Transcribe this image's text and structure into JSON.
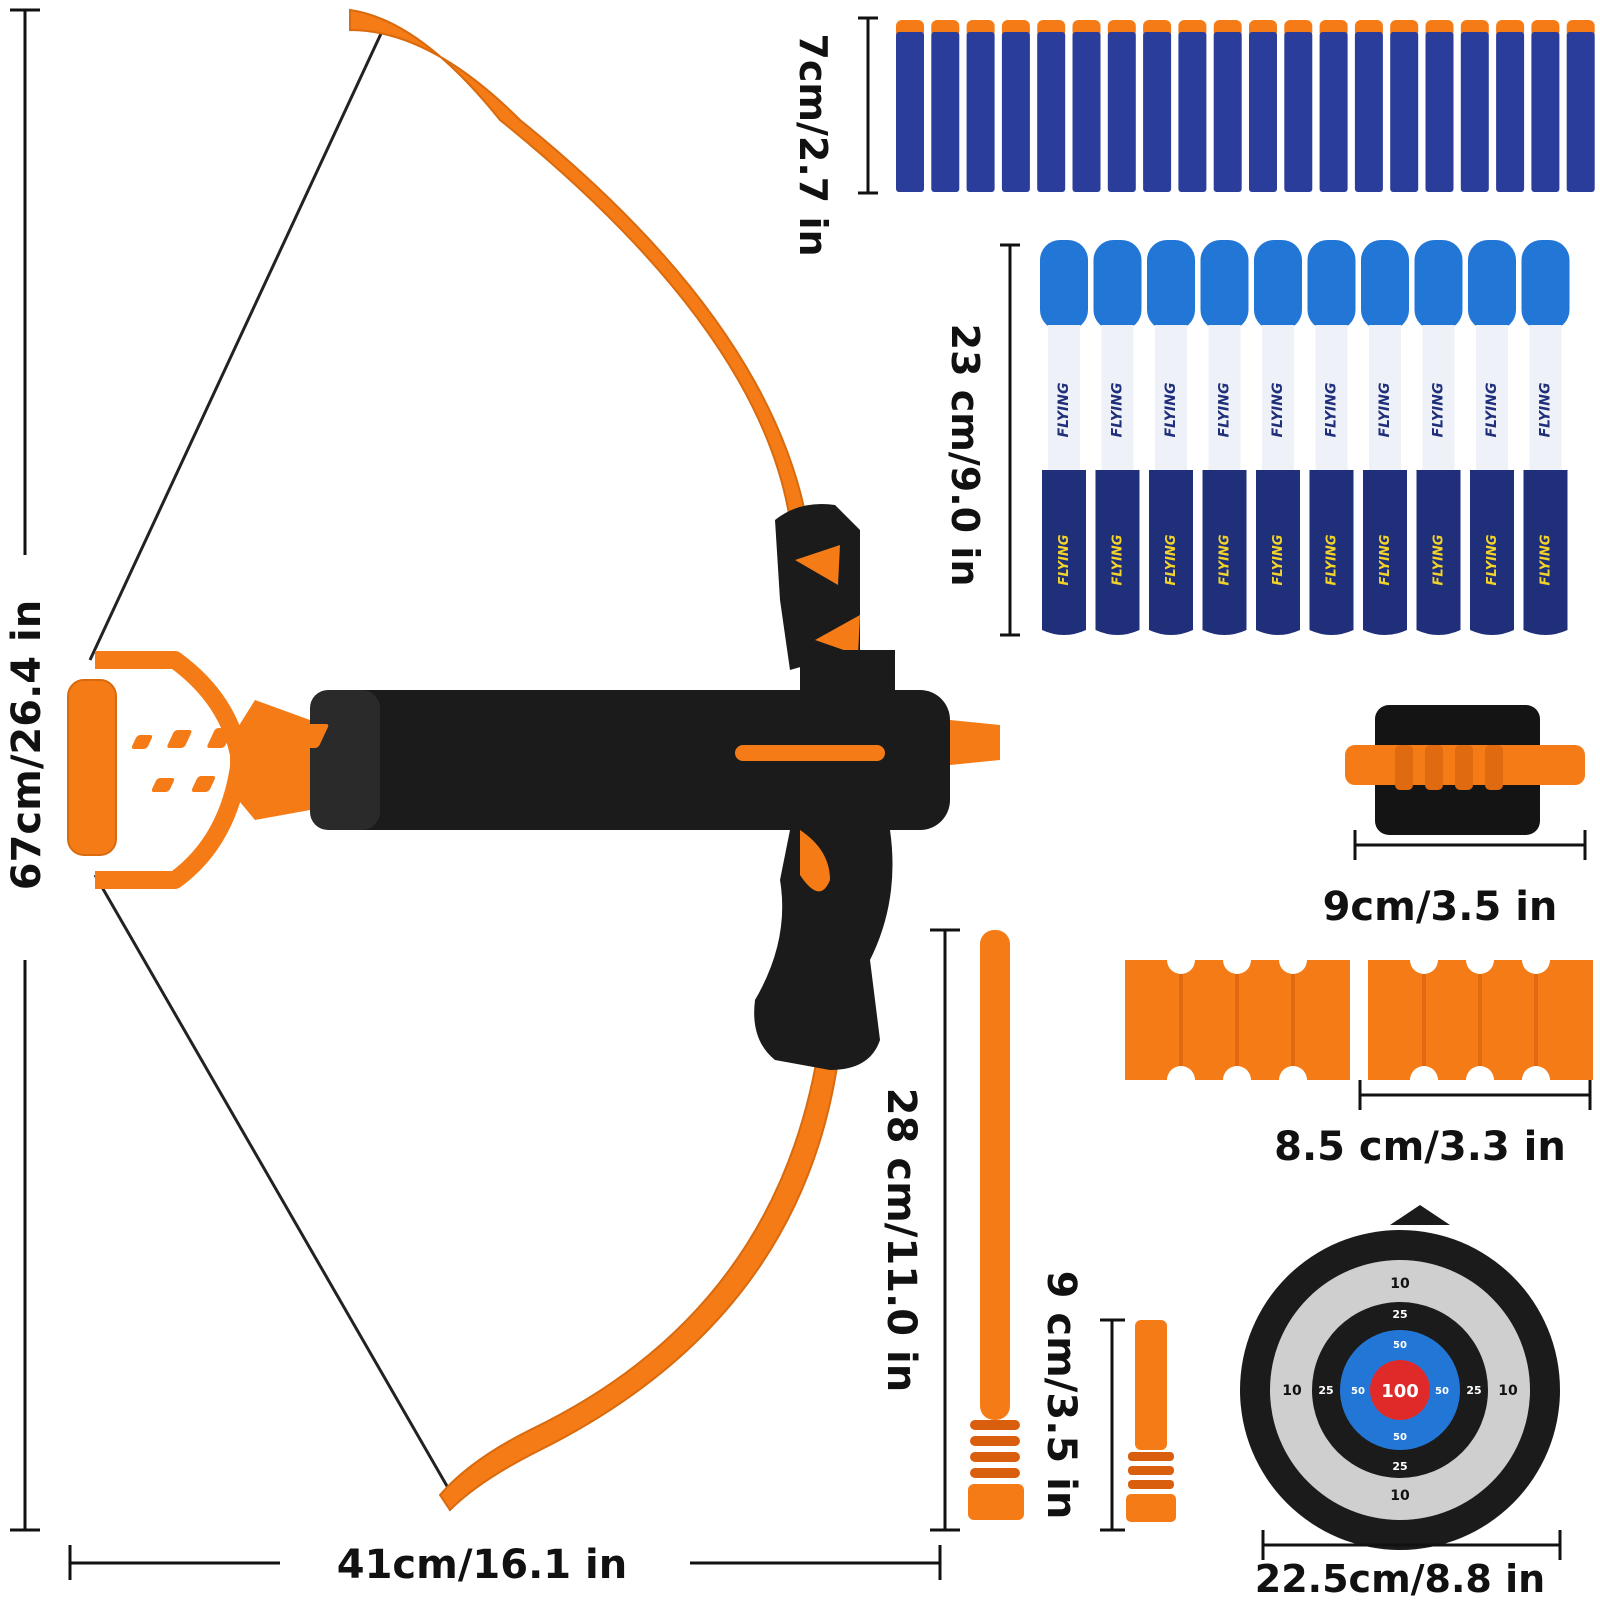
{
  "dimensions": {
    "bow_height": "67cm/26.4 in",
    "bow_width": "41cm/16.1 in",
    "foam_dart_length": "7cm/2.7 in",
    "arrow_length": "23 cm/9.0 in",
    "wristband_width": "9cm/3.5 in",
    "holder_width": "8.5 cm/3.3 in",
    "long_stick_length": "28 cm/11.0 in",
    "short_stick_length": "9 cm/3.5 in",
    "target_diameter": "22.5cm/8.8 in"
  },
  "arrow_print": "FLYING",
  "target_rings": {
    "outer": "10",
    "middle": "25",
    "inner": "50",
    "center": "100"
  },
  "counts": {
    "foam_darts": 20,
    "arrows": 10,
    "holders": 2
  },
  "colors": {
    "orange": "#f47b16",
    "black": "#1b1b1b",
    "dart_blue": "#2a3d9a",
    "arrow_tip_blue": "#2277d6",
    "target_red": "#e02a2a"
  }
}
